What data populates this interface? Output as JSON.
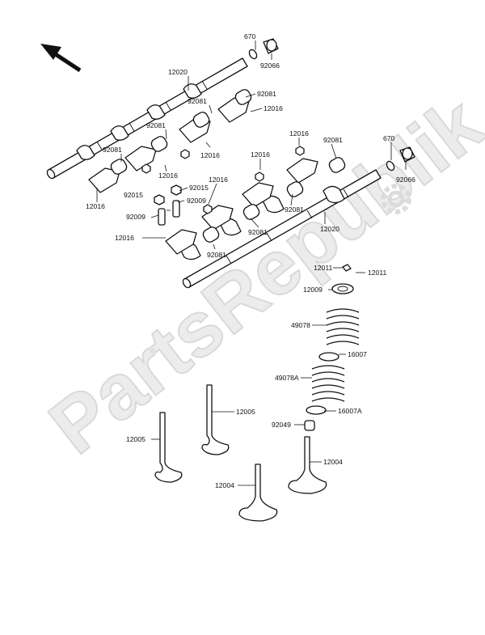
{
  "watermark": {
    "text": "PartsRepublik"
  },
  "colors": {
    "line": "#111111",
    "watermark": "#e6e6e6",
    "background": "#ffffff"
  },
  "labels": [
    {
      "id": "l670a",
      "text": "670"
    },
    {
      "id": "l92066a",
      "text": "92066"
    },
    {
      "id": "l12020a",
      "text": "12020"
    },
    {
      "id": "l92081a",
      "text": "92081"
    },
    {
      "id": "l92081b",
      "text": "92081"
    },
    {
      "id": "l12016a",
      "text": "12016"
    },
    {
      "id": "l92081c",
      "text": "92081"
    },
    {
      "id": "l12016b",
      "text": "12016"
    },
    {
      "id": "l92081d",
      "text": "92081"
    },
    {
      "id": "l12016c",
      "text": "12016"
    },
    {
      "id": "l12016d",
      "text": "12016"
    },
    {
      "id": "l12016e",
      "text": "12016"
    },
    {
      "id": "l92081e",
      "text": "92081"
    },
    {
      "id": "l670b",
      "text": "670"
    },
    {
      "id": "l12016f",
      "text": "12016"
    },
    {
      "id": "l12016g",
      "text": "12016"
    },
    {
      "id": "l92066b",
      "text": "92066"
    },
    {
      "id": "l92015a",
      "text": "92015"
    },
    {
      "id": "l92015b",
      "text": "92015"
    },
    {
      "id": "l92009a",
      "text": "92009"
    },
    {
      "id": "l92009b",
      "text": "92009"
    },
    {
      "id": "l12016h",
      "text": "12016"
    },
    {
      "id": "l92081f",
      "text": "92081"
    },
    {
      "id": "l92081g",
      "text": "92081"
    },
    {
      "id": "l12020b",
      "text": "12020"
    },
    {
      "id": "l92081h",
      "text": "92081"
    },
    {
      "id": "l12011a",
      "text": "12011"
    },
    {
      "id": "l12011b",
      "text": "12011"
    },
    {
      "id": "l12009",
      "text": "12009"
    },
    {
      "id": "l49078",
      "text": "49078"
    },
    {
      "id": "l16007",
      "text": "16007"
    },
    {
      "id": "l49078A",
      "text": "49078A"
    },
    {
      "id": "l16007A",
      "text": "16007A"
    },
    {
      "id": "l92049",
      "text": "92049"
    },
    {
      "id": "l12005a",
      "text": "12005"
    },
    {
      "id": "l12005b",
      "text": "12005"
    },
    {
      "id": "l12004a",
      "text": "12004"
    },
    {
      "id": "l12004b",
      "text": "12004"
    }
  ]
}
